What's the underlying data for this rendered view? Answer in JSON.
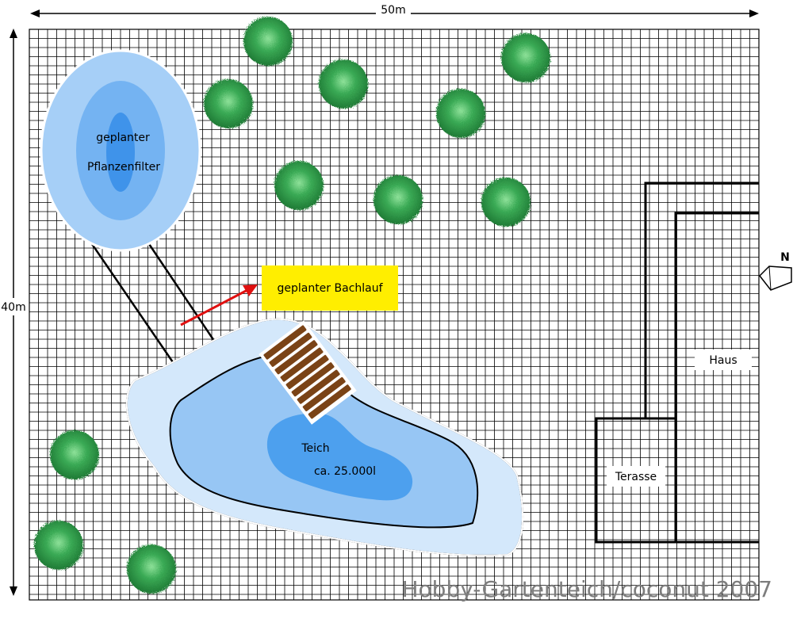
{
  "dimensions": {
    "width_label": "50m",
    "height_label": "40m"
  },
  "labels": {
    "plant_filter_line1": "geplanter",
    "plant_filter_line2": "Pflanzenfilter",
    "stream": "geplanter Bachlauf",
    "pond_line1": "Teich",
    "pond_line2": "ca. 25.000l",
    "house": "Haus",
    "terrace": "Terasse",
    "north": "N"
  },
  "watermark": "Hobby-Gartenteich/coconut 2007",
  "colors": {
    "grid": "#000000",
    "water_outer": "#d4e8fb",
    "water_mid": "#97c6f4",
    "water_inner": "#4da0ee",
    "filter_outer": "#a6cff7",
    "filter_mid": "#74b3f2",
    "filter_inner": "#3f93ea",
    "stream_box": "#ffee00",
    "arrow": "#e01010",
    "deck": "#7a4316",
    "tree": "#2f9c47"
  }
}
